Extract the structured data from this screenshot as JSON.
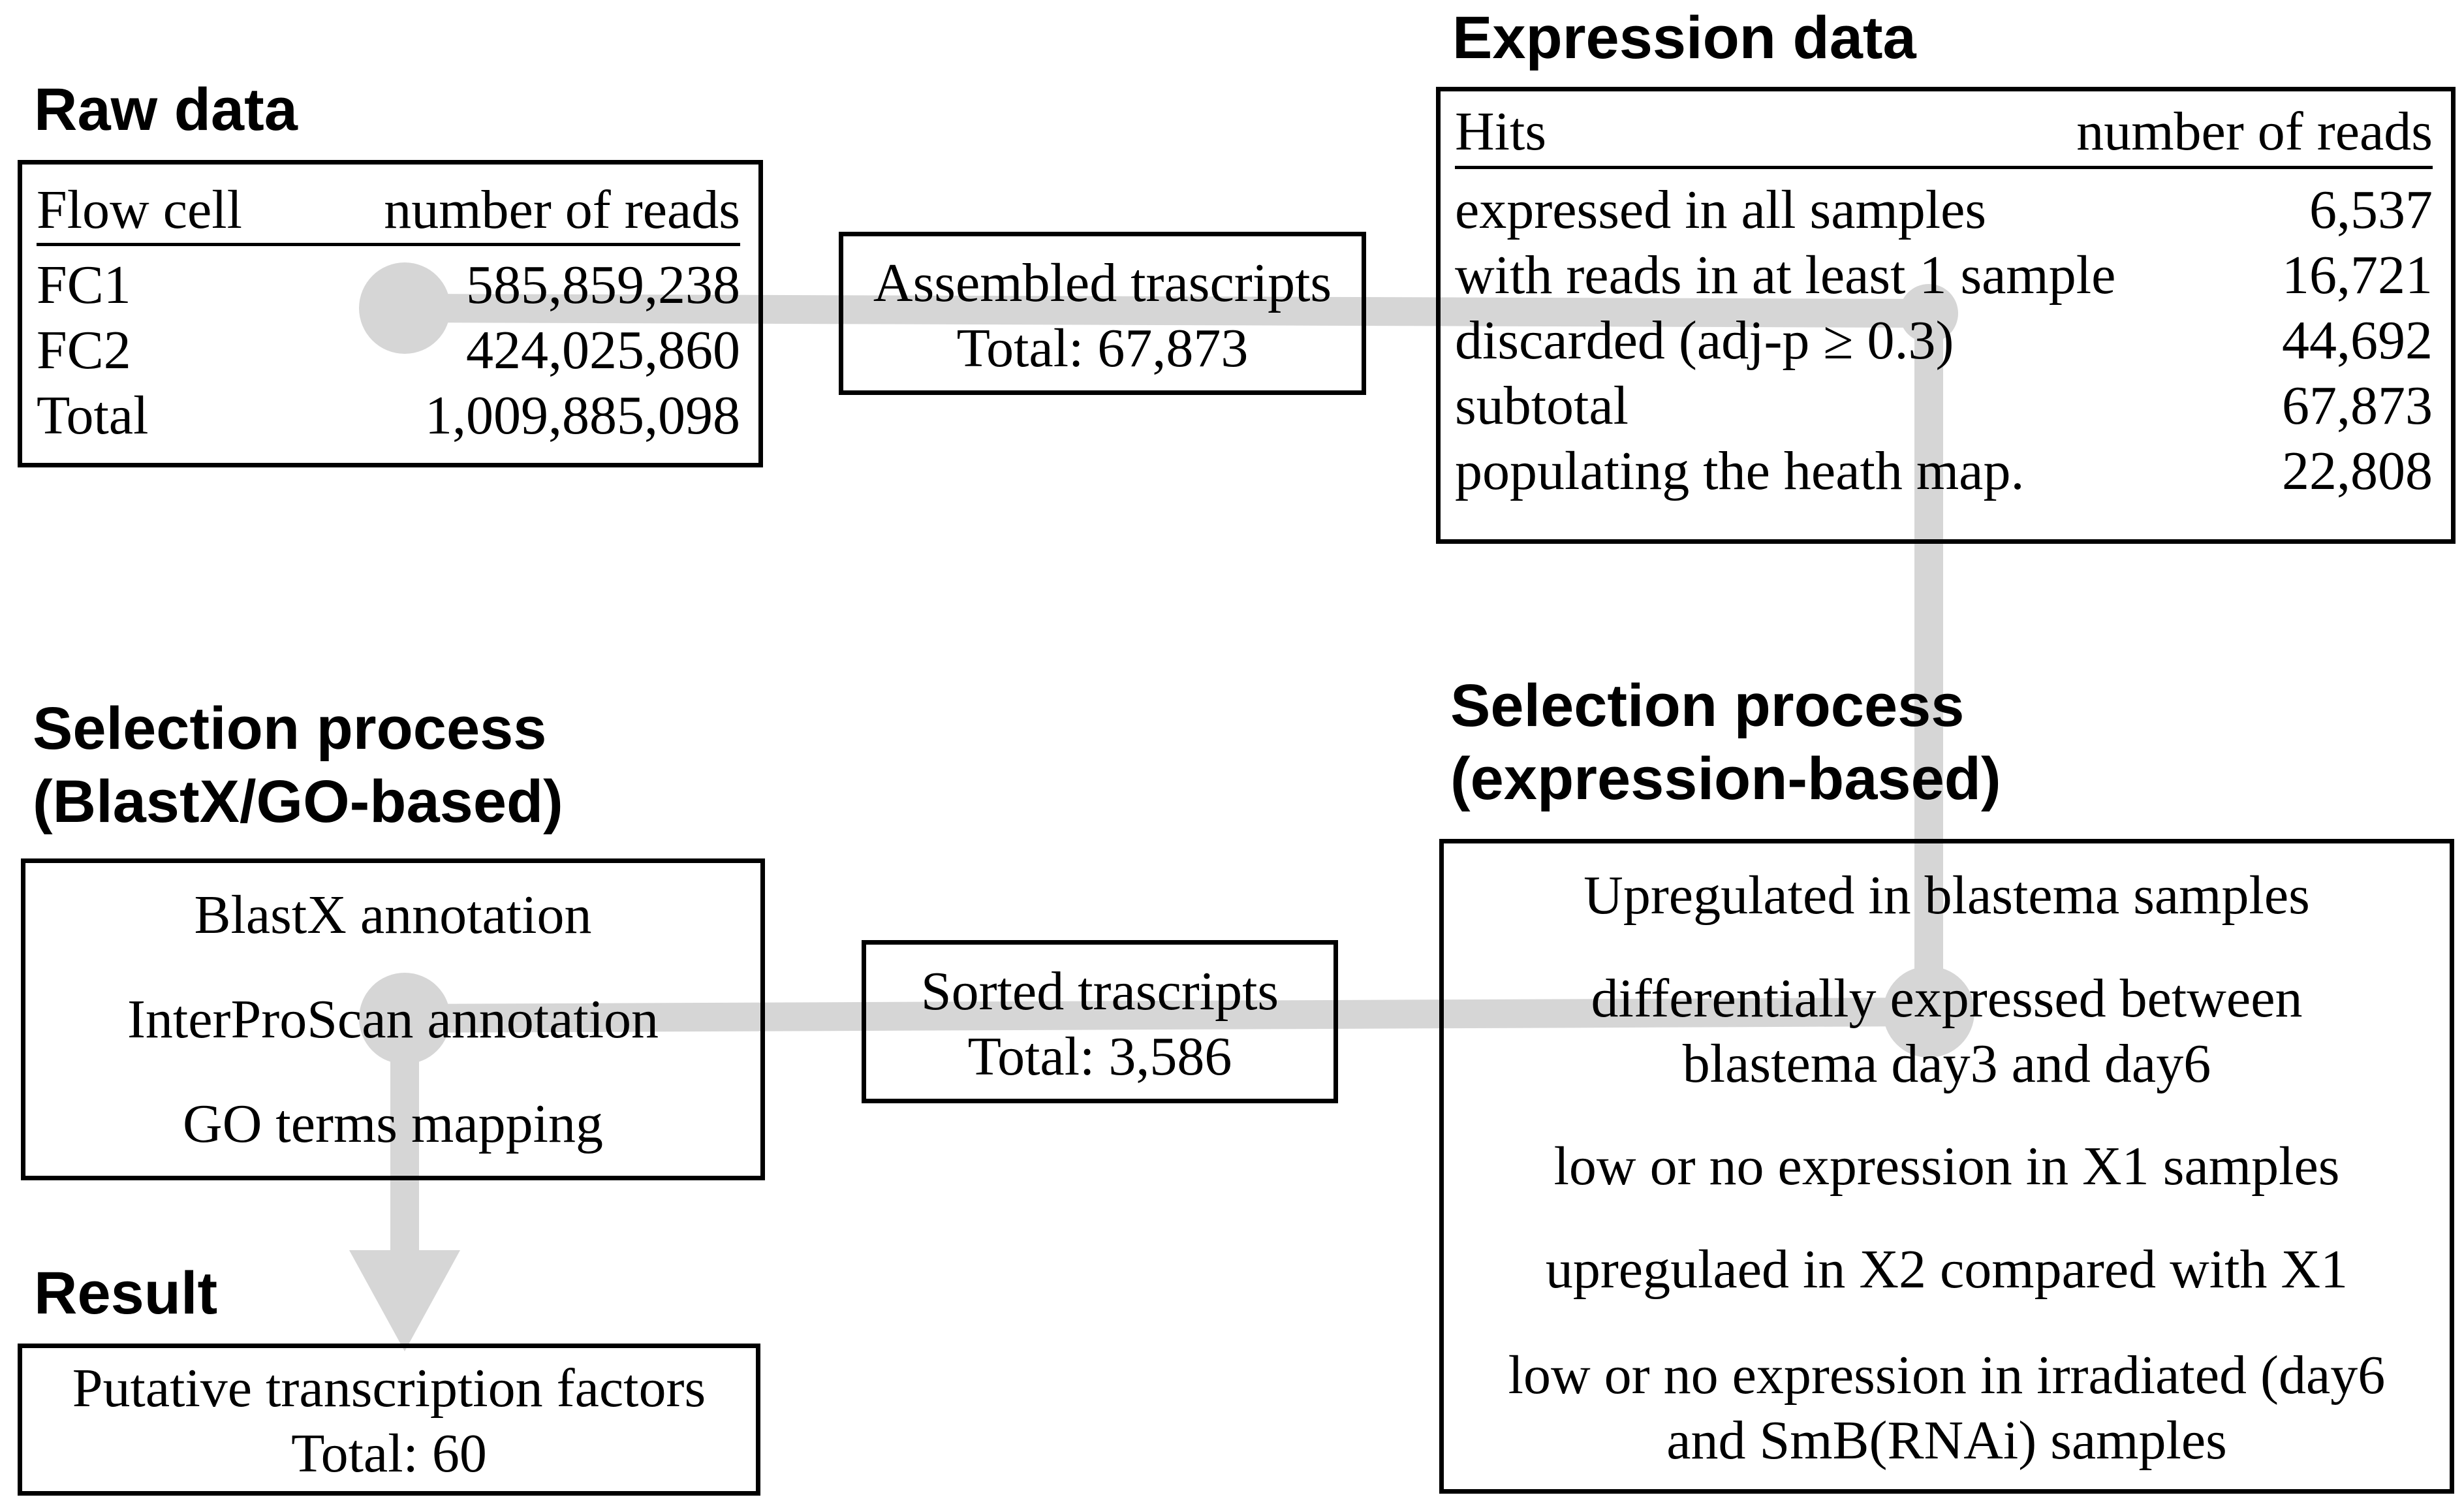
{
  "raw_data": {
    "title": "Raw data",
    "header": {
      "left": "Flow cell",
      "right": "number of reads"
    },
    "rows": [
      {
        "label": "FC1",
        "value": "585,859,238"
      },
      {
        "label": "FC2",
        "value": "424,025,860"
      },
      {
        "label": "Total",
        "value": "1,009,885,098"
      }
    ]
  },
  "assembled": {
    "line1": "Assembled trascripts",
    "line2": "Total: 67,873"
  },
  "expression_data": {
    "title": "Expression data",
    "header": {
      "left": "Hits",
      "right": "number of reads"
    },
    "rows": [
      {
        "label": "expressed in all samples",
        "value": "6,537"
      },
      {
        "label": "with reads in at least 1 sample",
        "value": "16,721"
      },
      {
        "label": "discarded (adj-p ≥ 0.3)",
        "value": "44,692"
      },
      {
        "label": "subtotal",
        "value": "67,873"
      },
      {
        "label": "populating the heath map.",
        "value": "22,808"
      }
    ]
  },
  "selection_expression": {
    "title_line1": "Selection process",
    "title_line2": "(expression-based)",
    "criteria": [
      {
        "lines": [
          "Upregulated in blastema samples"
        ]
      },
      {
        "lines": [
          "differentially expressed between",
          "blastema day3 and day6"
        ]
      },
      {
        "lines": [
          "low or no expression in X1 samples"
        ]
      },
      {
        "lines": [
          "upregulaed in X2 compared with X1"
        ]
      },
      {
        "lines": [
          "low or no expression in irradiated (day6",
          "and SmB(RNAi) samples"
        ]
      }
    ]
  },
  "sorted": {
    "line1": "Sorted trascripts",
    "line2": "Total: 3,586"
  },
  "selection_blastx": {
    "title_line1": "Selection process",
    "title_line2": "(BlastX/GO-based)",
    "steps": [
      "BlastX annotation",
      "InterProScan annotation",
      "GO terms mapping"
    ]
  },
  "result": {
    "title": "Result",
    "line1": "Putative transcription factors",
    "line2": "Total: 60"
  },
  "colors": {
    "flow": "#d6d6d6",
    "text": "#000000",
    "border": "#000000"
  }
}
